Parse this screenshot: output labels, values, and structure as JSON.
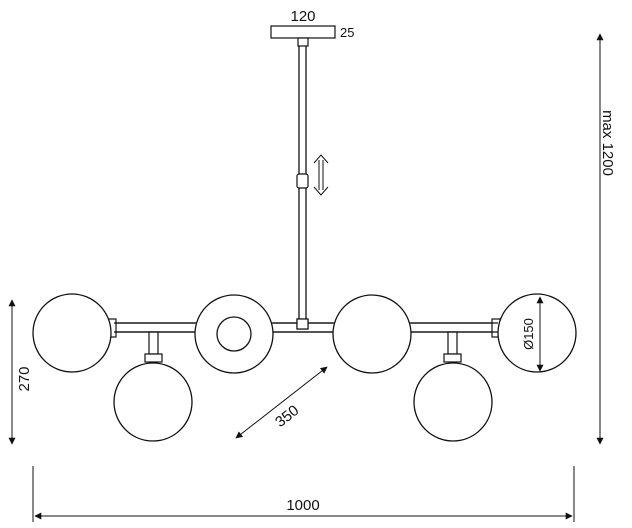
{
  "dimensions": {
    "canopy_width": "120",
    "canopy_height": "25",
    "max_height": "max 1200",
    "globe_height": "270",
    "depth": "350",
    "globe_diameter": "Ø150",
    "total_width": "1000"
  },
  "colors": {
    "line": "#111111",
    "background": "#ffffff"
  },
  "icons": {
    "adjust": "double-arrow-vertical-icon"
  }
}
